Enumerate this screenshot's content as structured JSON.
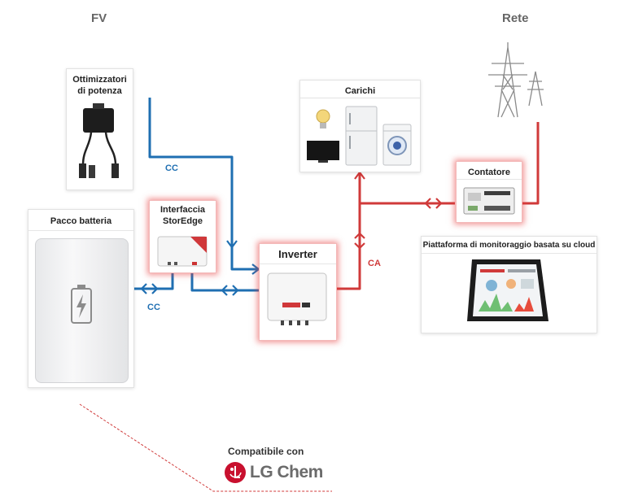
{
  "headers": {
    "pv": "FV",
    "grid": "Rete"
  },
  "optimizers": {
    "label": "Ottimizzatori di potenza"
  },
  "loads": {
    "label": "Carichi"
  },
  "meter": {
    "label": "Contatore"
  },
  "battery": {
    "label": "Pacco batteria"
  },
  "storedge": {
    "label": "Interfaccia StorEdge"
  },
  "inverter": {
    "label": "Inverter"
  },
  "monitoring": {
    "label": "Piattaforma di monitoraggio basata su cloud"
  },
  "flow_labels": {
    "dc_top": "CC",
    "dc_bottom": "CC",
    "ac": "CA"
  },
  "compat": {
    "text": "Compatibile con",
    "brand": "LG Chem"
  },
  "colors": {
    "dc": "#1f6fb2",
    "ac": "#d03a3a",
    "glow": "#e63c3c",
    "lg_red": "#c8102e"
  }
}
